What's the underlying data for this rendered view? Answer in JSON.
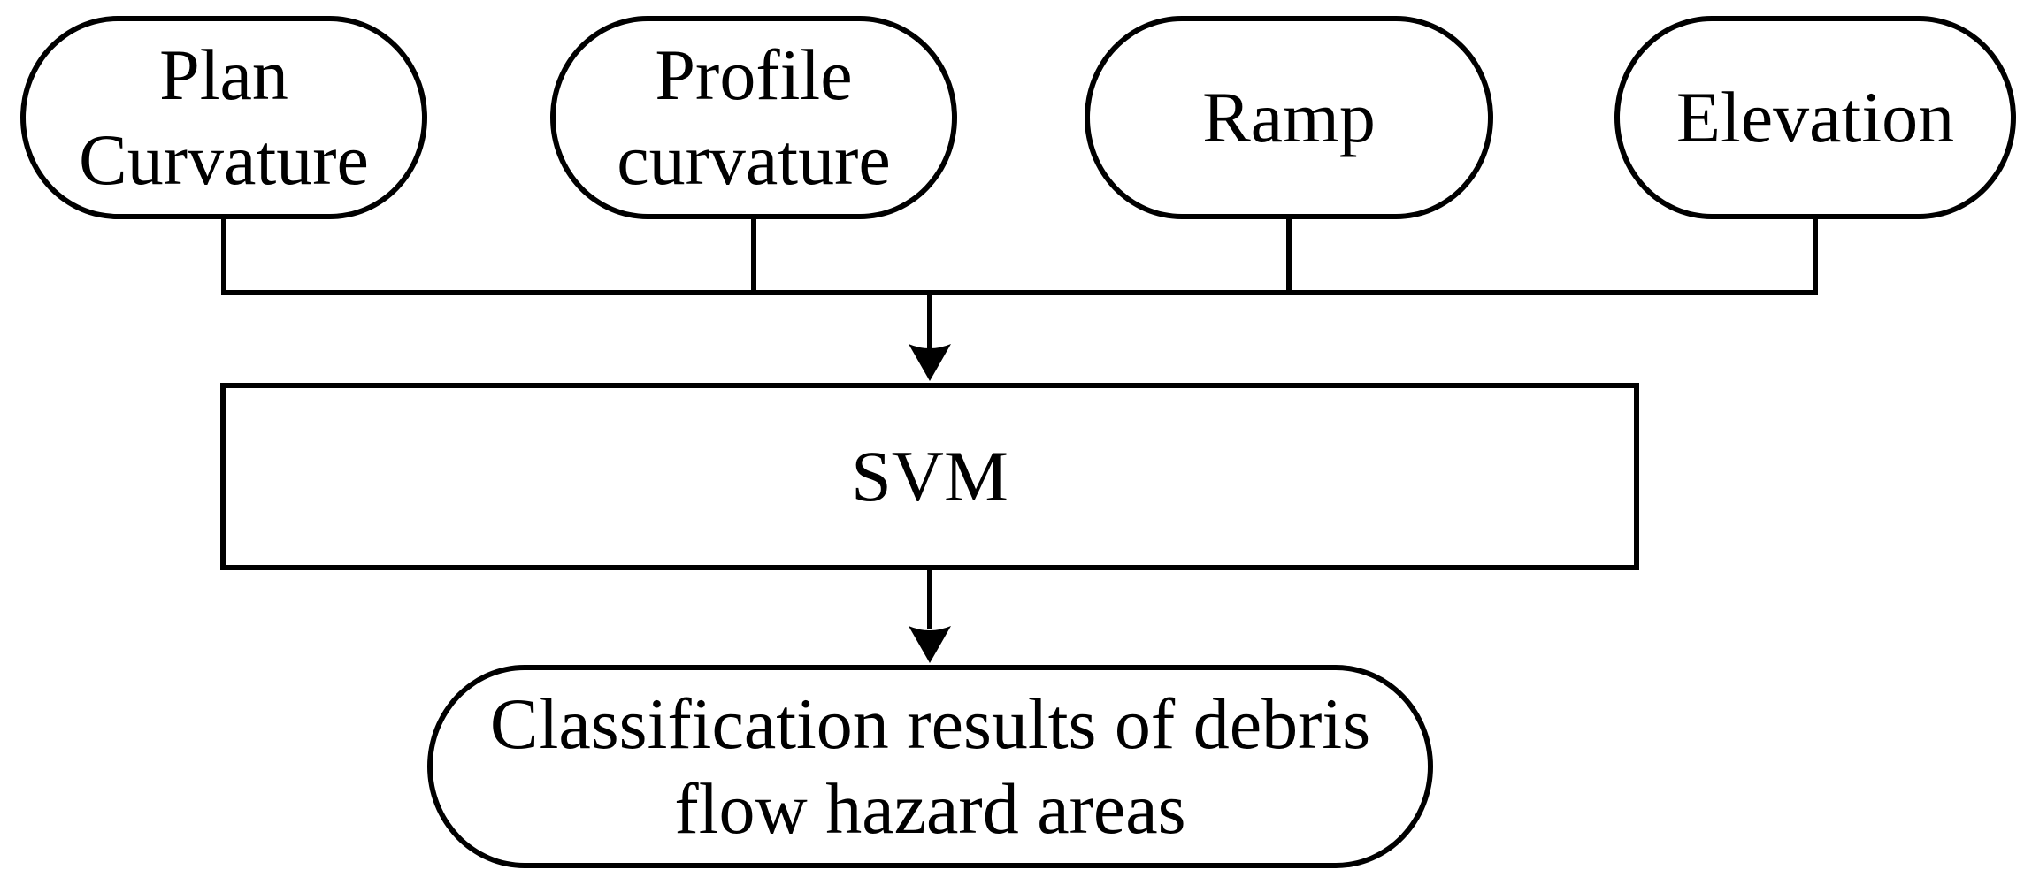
{
  "figure": {
    "type": "flowchart",
    "colors": {
      "background": "#ffffff",
      "stroke": "#000000",
      "text": "#000000"
    },
    "nodes": {
      "inputs": [
        {
          "id": "plan-curvature",
          "shape": "rounded",
          "label": "Plan\nCurvature"
        },
        {
          "id": "profile-curvature",
          "shape": "rounded",
          "label": "Profile\ncurvature"
        },
        {
          "id": "ramp",
          "shape": "rounded",
          "label": "Ramp"
        },
        {
          "id": "elevation",
          "shape": "rounded",
          "label": "Elevation"
        }
      ],
      "process": {
        "id": "svm",
        "shape": "rectangle",
        "label": "SVM"
      },
      "output": {
        "id": "classification-results",
        "shape": "rounded",
        "label": "Classification results of debris\nflow hazard areas"
      }
    },
    "edges": [
      {
        "from": "plan-curvature",
        "to": "svm",
        "style": "line-to-bus"
      },
      {
        "from": "profile-curvature",
        "to": "svm",
        "style": "line-to-bus"
      },
      {
        "from": "ramp",
        "to": "svm",
        "style": "line-to-bus"
      },
      {
        "from": "elevation",
        "to": "svm",
        "style": "line-to-bus"
      },
      {
        "from": "bus",
        "to": "svm",
        "style": "arrow"
      },
      {
        "from": "svm",
        "to": "classification-results",
        "style": "arrow"
      }
    ]
  }
}
